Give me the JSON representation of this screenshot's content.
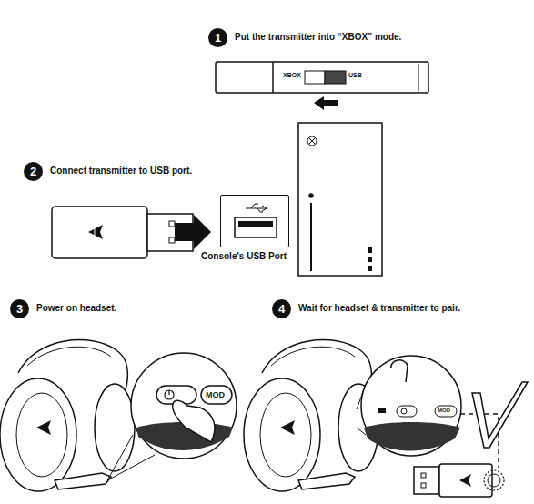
{
  "diagram": {
    "nodes": [
      {
        "text": [
          "1",
          "Put the transmitter into “XBOX” mode."
        ]
      },
      {
        "text": [
          "XBOX",
          "USB"
        ]
      },
      {
        "text": [
          "2",
          "Connect transmitter to USB port."
        ]
      },
      {
        "text": [
          "Console's USB Port"
        ]
      },
      {
        "text": [
          "3",
          "Power on headset."
        ]
      },
      {
        "text": [
          "4",
          "Wait for headset & transmitter to pair."
        ]
      }
    ],
    "labels": [
      "MOD",
      "MOD"
    ]
  }
}
